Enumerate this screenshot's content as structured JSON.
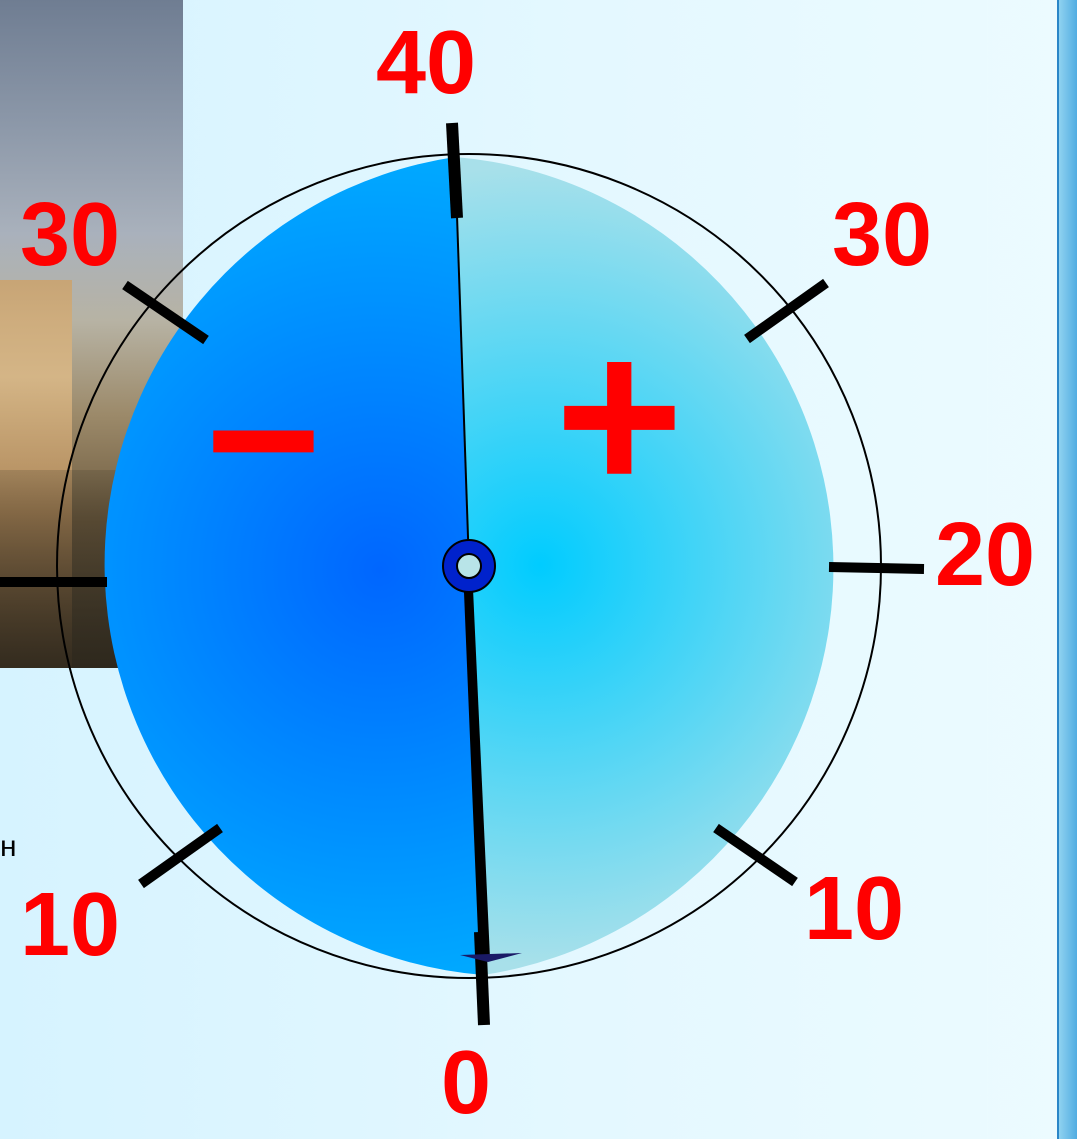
{
  "dial": {
    "top_label": "40",
    "upper_left_label": "30",
    "upper_right_label": "30",
    "right_label": "20",
    "lower_left_label": "10",
    "lower_right_label": "10",
    "bottom_label": "0",
    "minus_sign": "−",
    "plus_sign": "+"
  },
  "colors": {
    "label": "#ff0000",
    "left_half": "#0066ff",
    "right_half": "#00ccff",
    "pivot": "#0022cc"
  },
  "side_text": "н"
}
